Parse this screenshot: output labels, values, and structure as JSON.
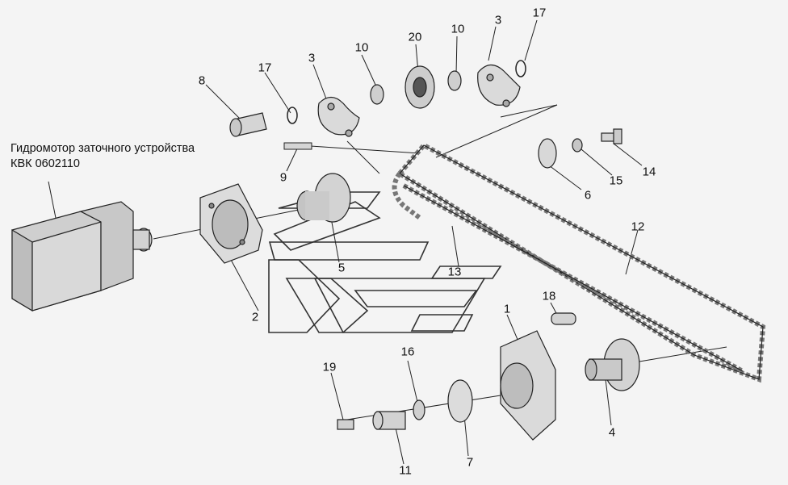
{
  "caption": {
    "line1": "Гидромотор заточного устройства",
    "line2": "КВК 0602110"
  },
  "callouts": [
    "1",
    "2",
    "3",
    "3",
    "4",
    "5",
    "6",
    "7",
    "8",
    "9",
    "10",
    "10",
    "11",
    "12",
    "13",
    "14",
    "15",
    "16",
    "17",
    "17",
    "18",
    "19",
    "20"
  ],
  "colors": {
    "line": "#222222",
    "part_fill": "#d7d7d7",
    "part_dark": "#9a9a9a",
    "background": "#f4f4f4"
  }
}
